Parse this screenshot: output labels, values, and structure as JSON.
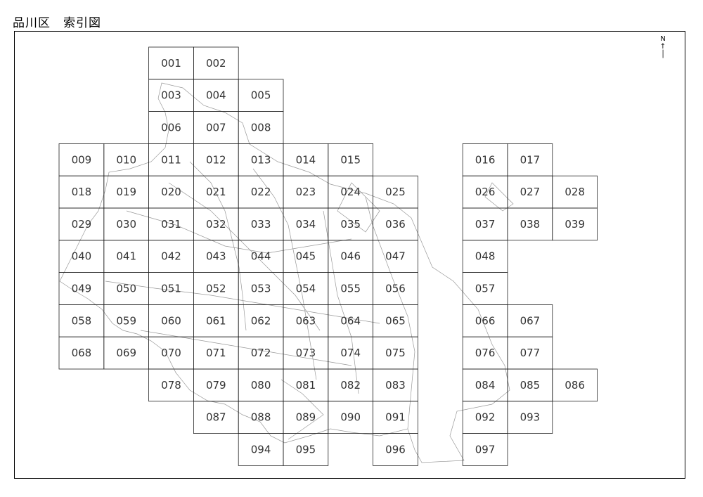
{
  "title": "品川区　索引図",
  "north": "N",
  "rows": [
    {
      "cells": [
        {
          "label": "001",
          "col": 3
        },
        {
          "label": "002",
          "col": 4
        }
      ]
    },
    {
      "cells": [
        {
          "label": "003",
          "col": 3
        },
        {
          "label": "004",
          "col": 4
        },
        {
          "label": "005",
          "col": 5
        }
      ]
    },
    {
      "cells": [
        {
          "label": "006",
          "col": 3
        },
        {
          "label": "007",
          "col": 4
        },
        {
          "label": "008",
          "col": 5
        }
      ]
    },
    {
      "cells": [
        {
          "label": "009",
          "col": 1
        },
        {
          "label": "010",
          "col": 2
        },
        {
          "label": "011",
          "col": 3
        },
        {
          "label": "012",
          "col": 4
        },
        {
          "label": "013",
          "col": 5
        },
        {
          "label": "014",
          "col": 6
        },
        {
          "label": "015",
          "col": 7
        },
        {
          "label": "016",
          "col": 10
        },
        {
          "label": "017",
          "col": 11
        }
      ]
    },
    {
      "cells": [
        {
          "label": "018",
          "col": 1
        },
        {
          "label": "019",
          "col": 2
        },
        {
          "label": "020",
          "col": 3
        },
        {
          "label": "021",
          "col": 4
        },
        {
          "label": "022",
          "col": 5
        },
        {
          "label": "023",
          "col": 6
        },
        {
          "label": "024",
          "col": 7
        },
        {
          "label": "025",
          "col": 8
        },
        {
          "label": "026",
          "col": 10
        },
        {
          "label": "027",
          "col": 11
        },
        {
          "label": "028",
          "col": 12
        }
      ]
    },
    {
      "cells": [
        {
          "label": "029",
          "col": 1
        },
        {
          "label": "030",
          "col": 2
        },
        {
          "label": "031",
          "col": 3
        },
        {
          "label": "032",
          "col": 4
        },
        {
          "label": "033",
          "col": 5
        },
        {
          "label": "034",
          "col": 6
        },
        {
          "label": "035",
          "col": 7
        },
        {
          "label": "036",
          "col": 8
        },
        {
          "label": "037",
          "col": 10
        },
        {
          "label": "038",
          "col": 11
        },
        {
          "label": "039",
          "col": 12
        }
      ]
    },
    {
      "cells": [
        {
          "label": "040",
          "col": 1
        },
        {
          "label": "041",
          "col": 2
        },
        {
          "label": "042",
          "col": 3
        },
        {
          "label": "043",
          "col": 4
        },
        {
          "label": "044",
          "col": 5
        },
        {
          "label": "045",
          "col": 6
        },
        {
          "label": "046",
          "col": 7
        },
        {
          "label": "047",
          "col": 8
        },
        {
          "label": "048",
          "col": 10
        }
      ]
    },
    {
      "cells": [
        {
          "label": "049",
          "col": 1
        },
        {
          "label": "050",
          "col": 2
        },
        {
          "label": "051",
          "col": 3
        },
        {
          "label": "052",
          "col": 4
        },
        {
          "label": "053",
          "col": 5
        },
        {
          "label": "054",
          "col": 6
        },
        {
          "label": "055",
          "col": 7
        },
        {
          "label": "056",
          "col": 8
        },
        {
          "label": "057",
          "col": 10
        }
      ]
    },
    {
      "cells": [
        {
          "label": "058",
          "col": 1
        },
        {
          "label": "059",
          "col": 2
        },
        {
          "label": "060",
          "col": 3
        },
        {
          "label": "061",
          "col": 4
        },
        {
          "label": "062",
          "col": 5
        },
        {
          "label": "063",
          "col": 6
        },
        {
          "label": "064",
          "col": 7
        },
        {
          "label": "065",
          "col": 8
        },
        {
          "label": "066",
          "col": 10
        },
        {
          "label": "067",
          "col": 11
        }
      ]
    },
    {
      "cells": [
        {
          "label": "068",
          "col": 1
        },
        {
          "label": "069",
          "col": 2
        },
        {
          "label": "070",
          "col": 3
        },
        {
          "label": "071",
          "col": 4
        },
        {
          "label": "072",
          "col": 5
        },
        {
          "label": "073",
          "col": 6
        },
        {
          "label": "074",
          "col": 7
        },
        {
          "label": "075",
          "col": 8
        },
        {
          "label": "076",
          "col": 10
        },
        {
          "label": "077",
          "col": 11
        }
      ]
    },
    {
      "cells": [
        {
          "label": "078",
          "col": 3
        },
        {
          "label": "079",
          "col": 4
        },
        {
          "label": "080",
          "col": 5
        },
        {
          "label": "081",
          "col": 6
        },
        {
          "label": "082",
          "col": 7
        },
        {
          "label": "083",
          "col": 8
        },
        {
          "label": "084",
          "col": 10
        },
        {
          "label": "085",
          "col": 11
        },
        {
          "label": "086",
          "col": 12
        }
      ]
    },
    {
      "cells": [
        {
          "label": "087",
          "col": 4
        },
        {
          "label": "088",
          "col": 5
        },
        {
          "label": "089",
          "col": 6
        },
        {
          "label": "090",
          "col": 7
        },
        {
          "label": "091",
          "col": 8
        },
        {
          "label": "092",
          "col": 10
        },
        {
          "label": "093",
          "col": 11
        }
      ]
    },
    {
      "cells": [
        {
          "label": "094",
          "col": 5
        },
        {
          "label": "095",
          "col": 6
        },
        {
          "label": "096",
          "col": 8
        },
        {
          "label": "097",
          "col": 10
        }
      ]
    }
  ]
}
